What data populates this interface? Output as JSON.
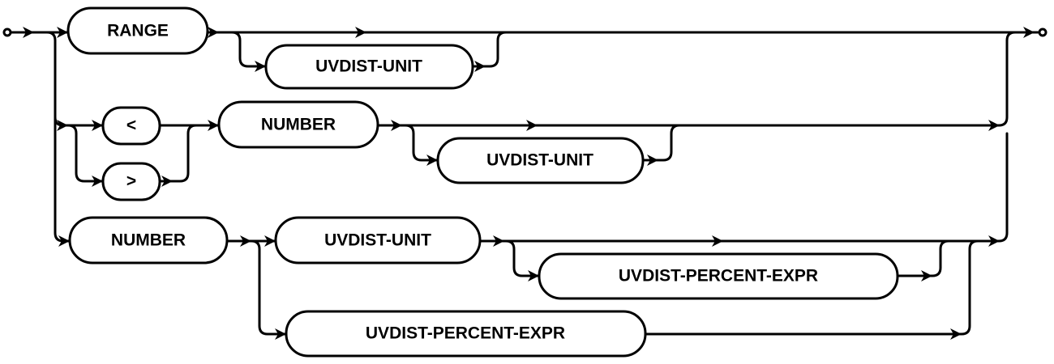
{
  "diagram": {
    "nodes": {
      "range": "RANGE",
      "unit_a": "UVDIST-UNIT",
      "lt": "<",
      "gt": ">",
      "number_a": "NUMBER",
      "unit_b": "UVDIST-UNIT",
      "number_b": "NUMBER",
      "unit_c": "UVDIST-UNIT",
      "percent_a": "UVDIST-PERCENT-EXPR",
      "percent_b": "UVDIST-PERCENT-EXPR"
    }
  }
}
